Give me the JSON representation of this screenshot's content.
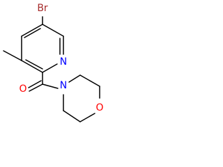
{
  "molecule": {
    "atoms": [
      {
        "id": "br",
        "symbol": "Br",
        "color": "#a52a2a"
      },
      {
        "id": "n_pyridine",
        "symbol": "N",
        "color": "#0000ff"
      },
      {
        "id": "o_carbonyl",
        "symbol": "O",
        "color": "#ff0000"
      },
      {
        "id": "n_morpholine",
        "symbol": "N",
        "color": "#0000ff"
      },
      {
        "id": "o_morpholine",
        "symbol": "O",
        "color": "#ff0000"
      }
    ]
  }
}
